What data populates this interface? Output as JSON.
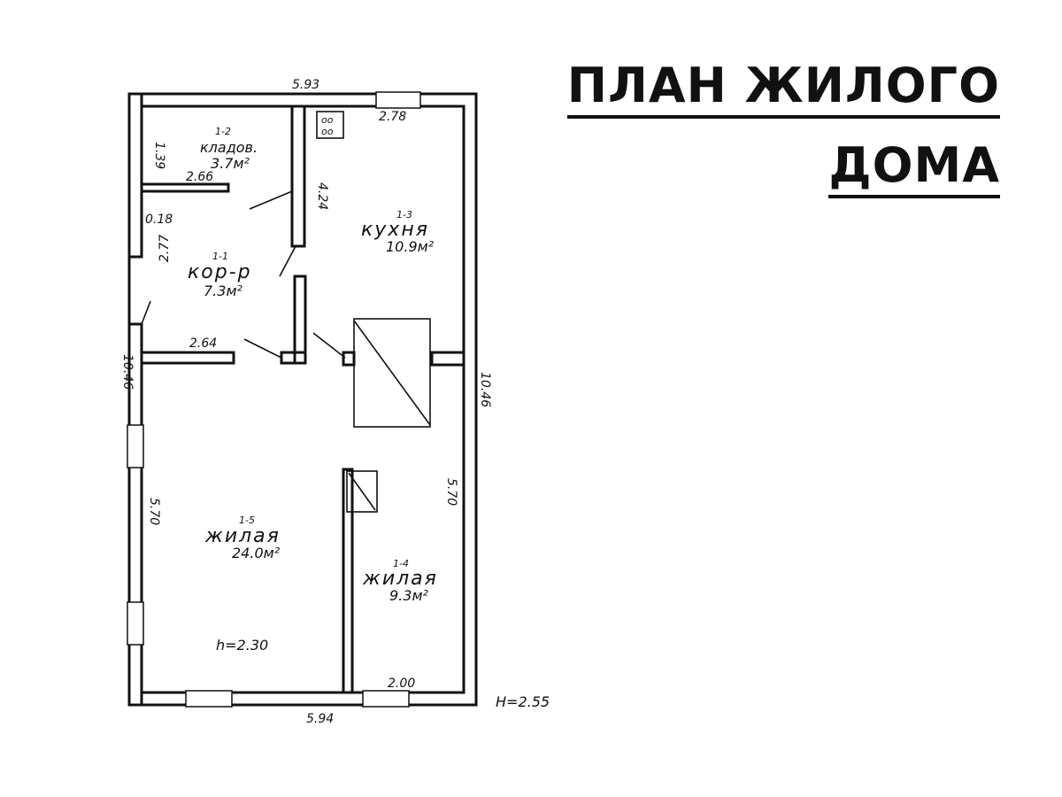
{
  "title": {
    "line1": "ПЛАН ЖИЛОГО",
    "line2": "ДОМА"
  },
  "plan": {
    "rooms": [
      {
        "id": "1-2",
        "name": "кладов.",
        "area": "3.7м²"
      },
      {
        "id": "1-1",
        "name": "кор-р",
        "area": "7.3м²"
      },
      {
        "id": "1-3",
        "name": "кухня",
        "area": "10.9м²"
      },
      {
        "id": "1-5",
        "name": "жилая",
        "area": "24.0м²"
      },
      {
        "id": "1-4",
        "name": "жилая",
        "area": "9.3м²"
      }
    ],
    "dimensions": {
      "top_width": "5.93",
      "bottom_width": "5.94",
      "left_height": "10.46",
      "right_height": "10.46",
      "kitchen_window": "2.78",
      "storage_wall": "2.66",
      "storage_depth": "1.39",
      "partition": "4.24",
      "ledge": "0.18",
      "corridor_side": "2.77",
      "corridor_wall": "2.64",
      "living_left": "5.70",
      "living_right": "5.70",
      "room_width": "2.00"
    },
    "stove_label_1": "оо",
    "stove_label_2": "оо",
    "inner_height": "h=2.30",
    "overall_height": "H=2.55"
  }
}
